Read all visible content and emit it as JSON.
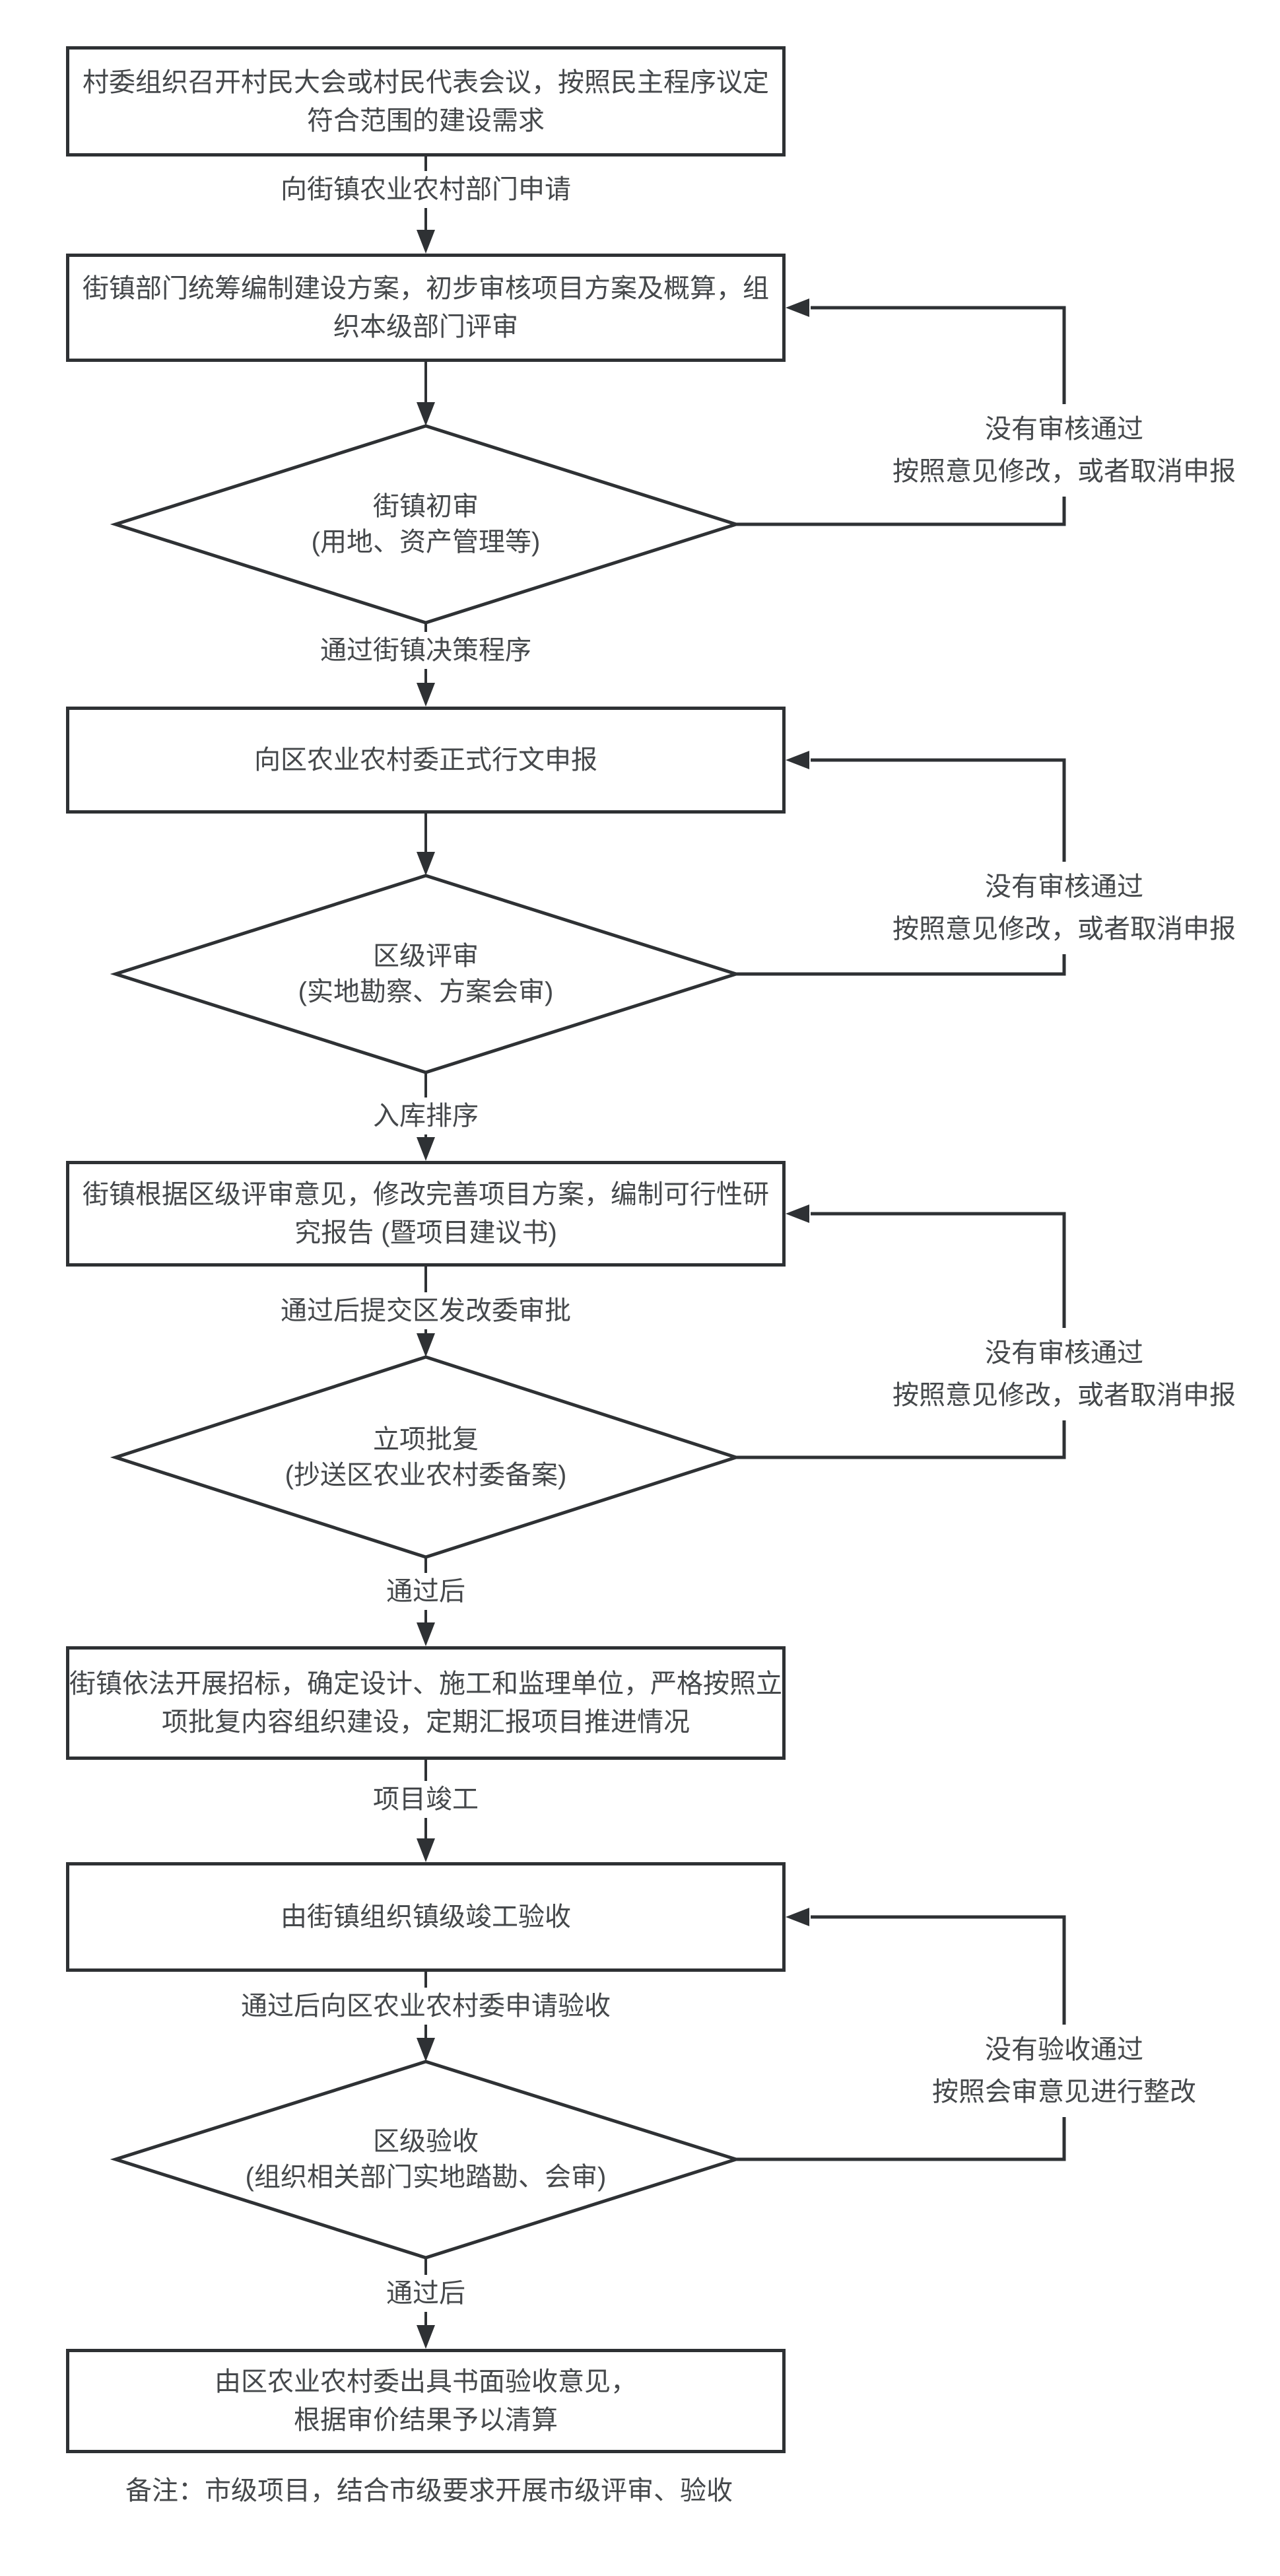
{
  "canvas": {
    "background": "#ffffff",
    "line_color": "#2e3134",
    "text_color": "#45484b"
  },
  "nodes": {
    "box1": {
      "lines": [
        "村委组织召开村民大会或村民代表会议，按照民主程序议定",
        "符合范围的建设需求"
      ]
    },
    "box2": {
      "lines": [
        "街镇部门统筹编制建设方案，初步审核项目方案及概算，组",
        "织本级部门评审"
      ]
    },
    "box3": {
      "lines": [
        "向区农业农村委正式行文申报"
      ]
    },
    "box4": {
      "lines": [
        "街镇根据区级评审意见，修改完善项目方案，编制可行性研",
        "究报告 (暨项目建议书)"
      ]
    },
    "box5": {
      "lines": [
        "街镇依法开展招标，确定设计、施工和监理单位，严格按照立",
        "项批复内容组织建设，定期汇报项目推进情况"
      ]
    },
    "box6": {
      "lines": [
        "由街镇组织镇级竣工验收"
      ]
    },
    "box7": {
      "lines": [
        "由区农业农村委出具书面验收意见，",
        "根据审价结果予以清算"
      ]
    }
  },
  "decisions": {
    "d1": {
      "title": "街镇初审",
      "subtitle": "(用地、资产管理等)"
    },
    "d2": {
      "title": "区级评审",
      "subtitle": "(实地勘察、方案会审)"
    },
    "d3": {
      "title": "立项批复",
      "subtitle": "(抄送区农业农村委备案)"
    },
    "d4": {
      "title": "区级验收",
      "subtitle": "(组织相关部门实地踏勘、会审)"
    }
  },
  "edges": {
    "e1": {
      "label": "向街镇农业农村部门申请"
    },
    "e2": {
      "label": "通过街镇决策程序"
    },
    "e3": {
      "label": "入库排序"
    },
    "e4": {
      "label": "通过后提交区发改委审批"
    },
    "e5": {
      "label": "通过后"
    },
    "e6": {
      "label": "项目竣工"
    },
    "e7": {
      "label": "通过后向区农业农村委申请验收"
    },
    "e8": {
      "label": "通过后"
    }
  },
  "feedback": {
    "loop1": {
      "lines": [
        "没有审核通过",
        "按照意见修改，或者取消申报"
      ]
    },
    "loop2": {
      "lines": [
        "没有审核通过",
        "按照意见修改，或者取消申报"
      ]
    },
    "loop3": {
      "lines": [
        "没有审核通过",
        "按照意见修改，或者取消申报"
      ]
    },
    "loop4": {
      "lines": [
        "没有验收通过",
        "按照会审意见进行整改"
      ]
    }
  },
  "note": "备注：市级项目，结合市级要求开展市级评审、验收"
}
